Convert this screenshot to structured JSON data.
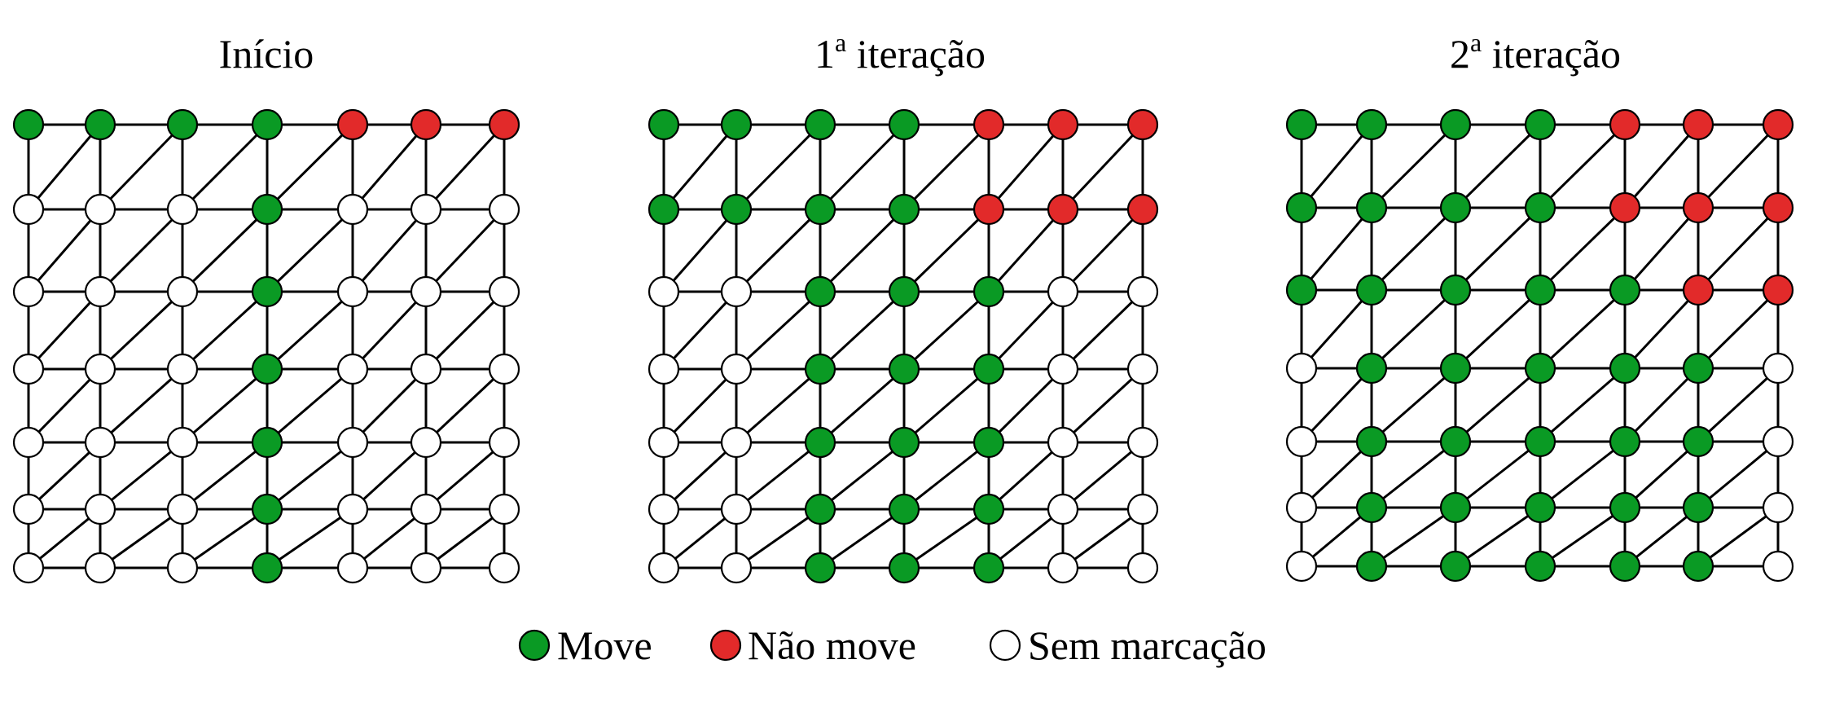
{
  "colors": {
    "move": "#0a9a24",
    "nao_move": "#e22a2a",
    "sem_marcacao": "#ffffff"
  },
  "legend": [
    {
      "key": "move",
      "label": "Move"
    },
    {
      "key": "nao_move",
      "label": "Não move"
    },
    {
      "key": "sem_marcacao",
      "label": "Sem marcação"
    }
  ],
  "panels": [
    {
      "title": "Início",
      "title_sup": "",
      "title_rest": "",
      "grid": [
        "MMMMRRR",
        "WWWMWWW",
        "WWWMWWW",
        "WWWMWWW",
        "WWWMWWW",
        "WWWMWWW",
        "WWWMWWW"
      ]
    },
    {
      "title": "1",
      "title_sup": "a",
      "title_rest": " iteração",
      "grid": [
        "MMMMRRR",
        "MMMMRRR",
        "WWMMMWW",
        "WWMMMWW",
        "WWMMMWW",
        "WWMMMWW",
        "WWMMMWW"
      ]
    },
    {
      "title": "2",
      "title_sup": "a",
      "title_rest": " iteração",
      "grid": [
        "MMMMRRR",
        "MMMMRRR",
        "MMMMMRR",
        "WMMMMMW",
        "WMMMMMW",
        "WMMMMMW",
        "WMMMMMW"
      ]
    }
  ]
}
